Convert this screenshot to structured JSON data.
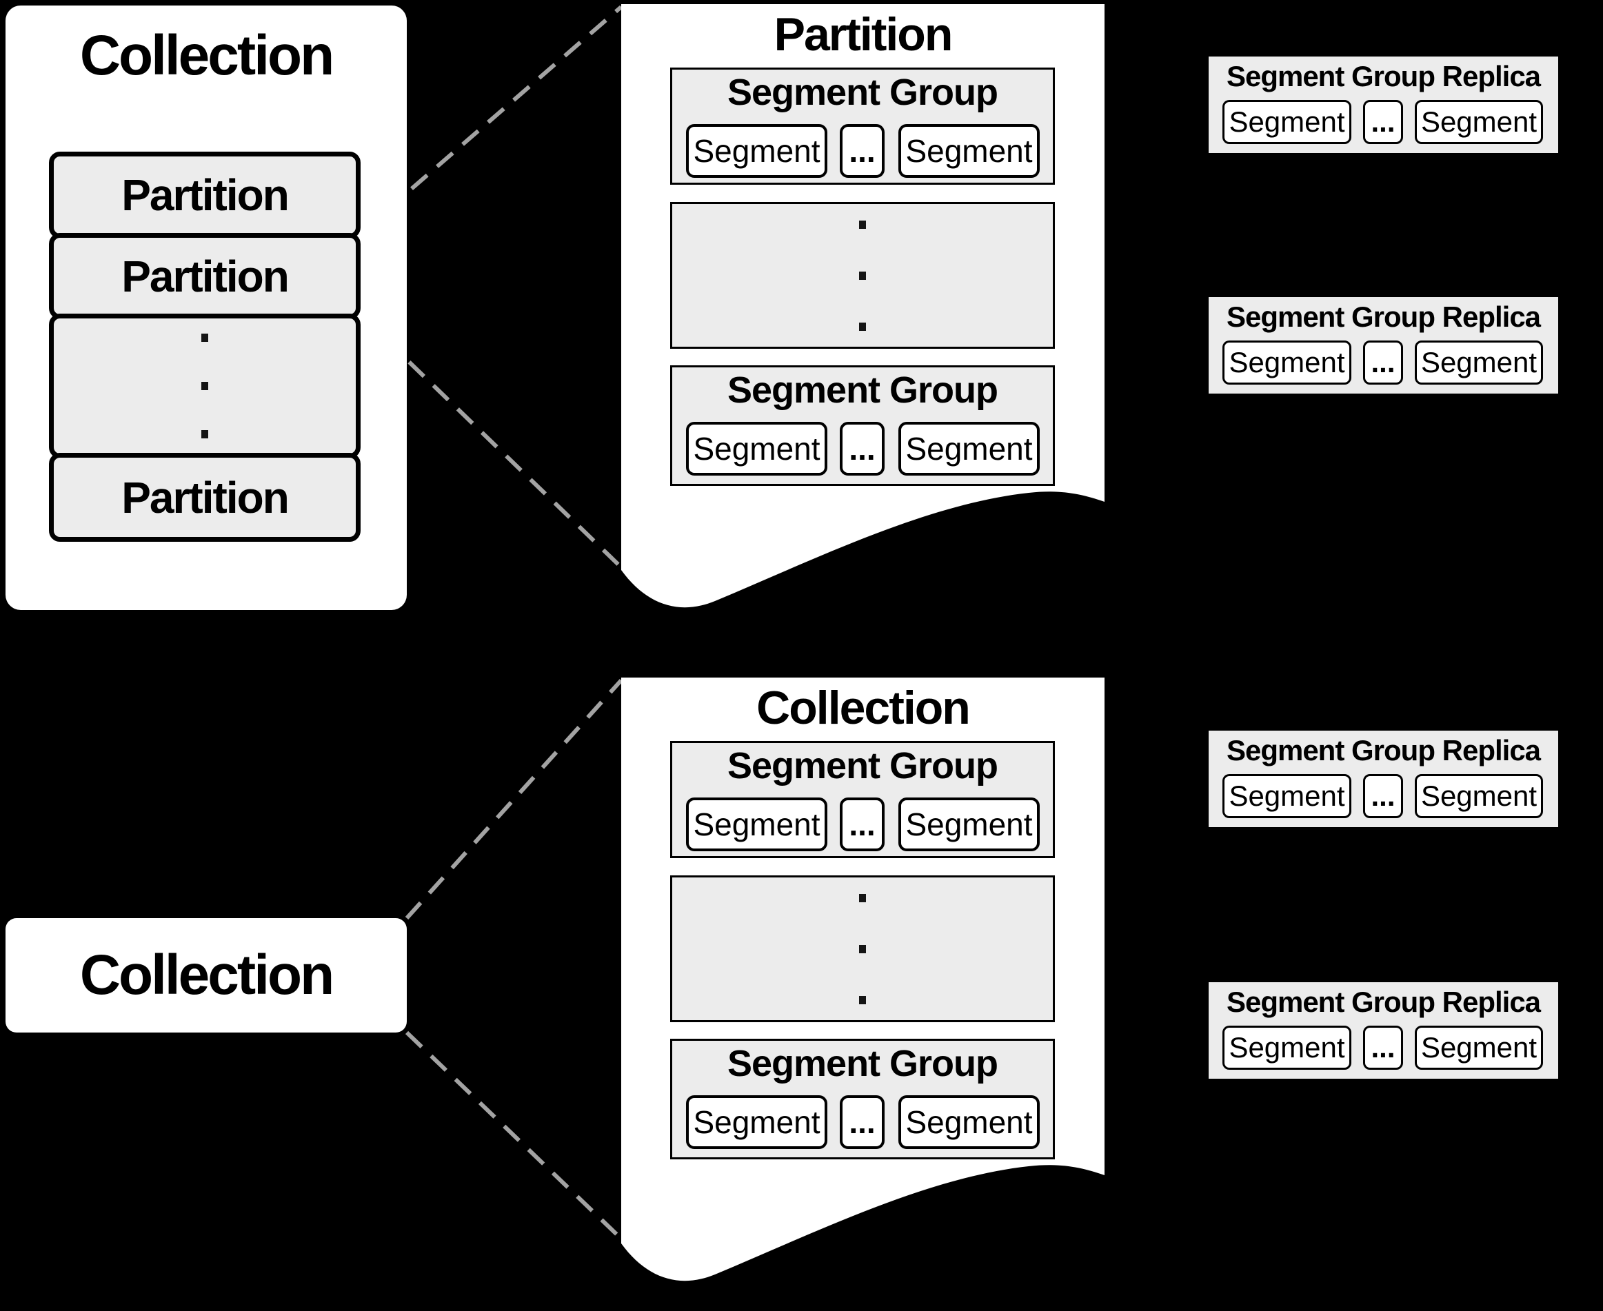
{
  "colors": {
    "background": "#000000",
    "card_fill": "#ffffff",
    "group_fill": "#ececec",
    "border": "#000000",
    "connector_dash": "#a3a3a3"
  },
  "vertical_ellipsis": "⋮",
  "left_column": {
    "collection_card": {
      "title": "Collection",
      "partitions": [
        "Partition",
        "Partition",
        "Partition"
      ]
    },
    "collection_pill": {
      "title": "Collection"
    }
  },
  "pages": [
    {
      "title": "Partition",
      "groups": [
        {
          "title": "Segment Group",
          "segments": [
            "Segment",
            "Segment"
          ],
          "ellipsis": "..."
        },
        {
          "title": "Segment Group",
          "segments": [
            "Segment",
            "Segment"
          ],
          "ellipsis": "..."
        }
      ]
    },
    {
      "title": "Collection",
      "groups": [
        {
          "title": "Segment Group",
          "segments": [
            "Segment",
            "Segment"
          ],
          "ellipsis": "..."
        },
        {
          "title": "Segment Group",
          "segments": [
            "Segment",
            "Segment"
          ],
          "ellipsis": "..."
        }
      ]
    }
  ],
  "replicas": [
    {
      "title": "Segment Group Replica",
      "segments": [
        "Segment",
        "Segment"
      ],
      "ellipsis": "..."
    },
    {
      "title": "Segment Group Replica",
      "segments": [
        "Segment",
        "Segment"
      ],
      "ellipsis": "..."
    },
    {
      "title": "Segment Group Replica",
      "segments": [
        "Segment",
        "Segment"
      ],
      "ellipsis": "..."
    },
    {
      "title": "Segment Group Replica",
      "segments": [
        "Segment",
        "Segment"
      ],
      "ellipsis": "..."
    }
  ]
}
